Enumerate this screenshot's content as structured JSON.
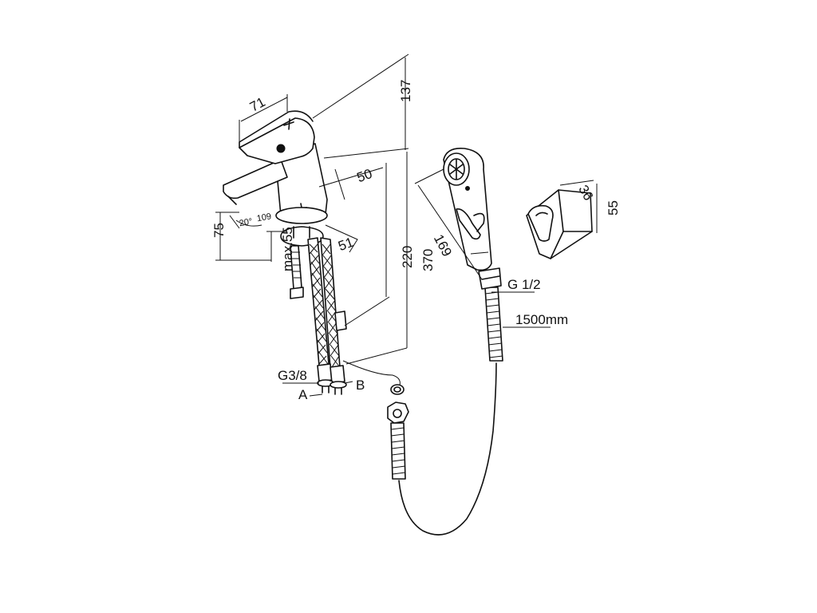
{
  "dimensions": {
    "d71": "71",
    "d137": "137",
    "d50": "50",
    "d220": "220",
    "d370": "370",
    "d75": "75",
    "d51": "51",
    "angle": "20°",
    "d109": "109",
    "max55": "max.55",
    "d169": "169",
    "d36": "36",
    "d55": "55"
  },
  "labels": {
    "g12": "G 1/2",
    "hose_length": "1500mm",
    "g38": "G3/8",
    "a": "A",
    "b": "B"
  }
}
